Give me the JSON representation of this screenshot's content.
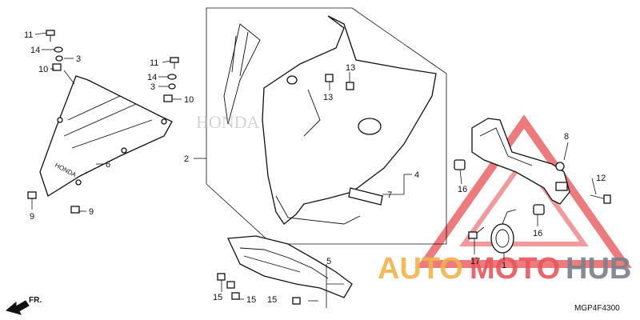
{
  "diagram": {
    "code": "MGP4F4300",
    "direction_label": "FR.",
    "callouts": {
      "c1": "1",
      "c2": "2",
      "c3a": "3",
      "c3b": "3",
      "c4": "4",
      "c5": "5",
      "c6": "6",
      "c7": "7",
      "c8": "8",
      "c9a": "9",
      "c9b": "9",
      "c10a": "10",
      "c10b": "10",
      "c11a": "11",
      "c11b": "11",
      "c12": "12",
      "c13a": "13",
      "c13b": "13",
      "c14a": "14",
      "c14b": "14",
      "c15a": "15",
      "c15b": "15",
      "c15c": "15",
      "c16a": "16",
      "c16b": "16",
      "c17": "17"
    }
  },
  "watermark": {
    "part1": "AUTO",
    "part2": "MOTO",
    "part3": "HUB"
  },
  "colors": {
    "watermark_red": "#e8565a",
    "watermark_orange": "#f2b24a",
    "watermark_gray": "#7a8088"
  }
}
